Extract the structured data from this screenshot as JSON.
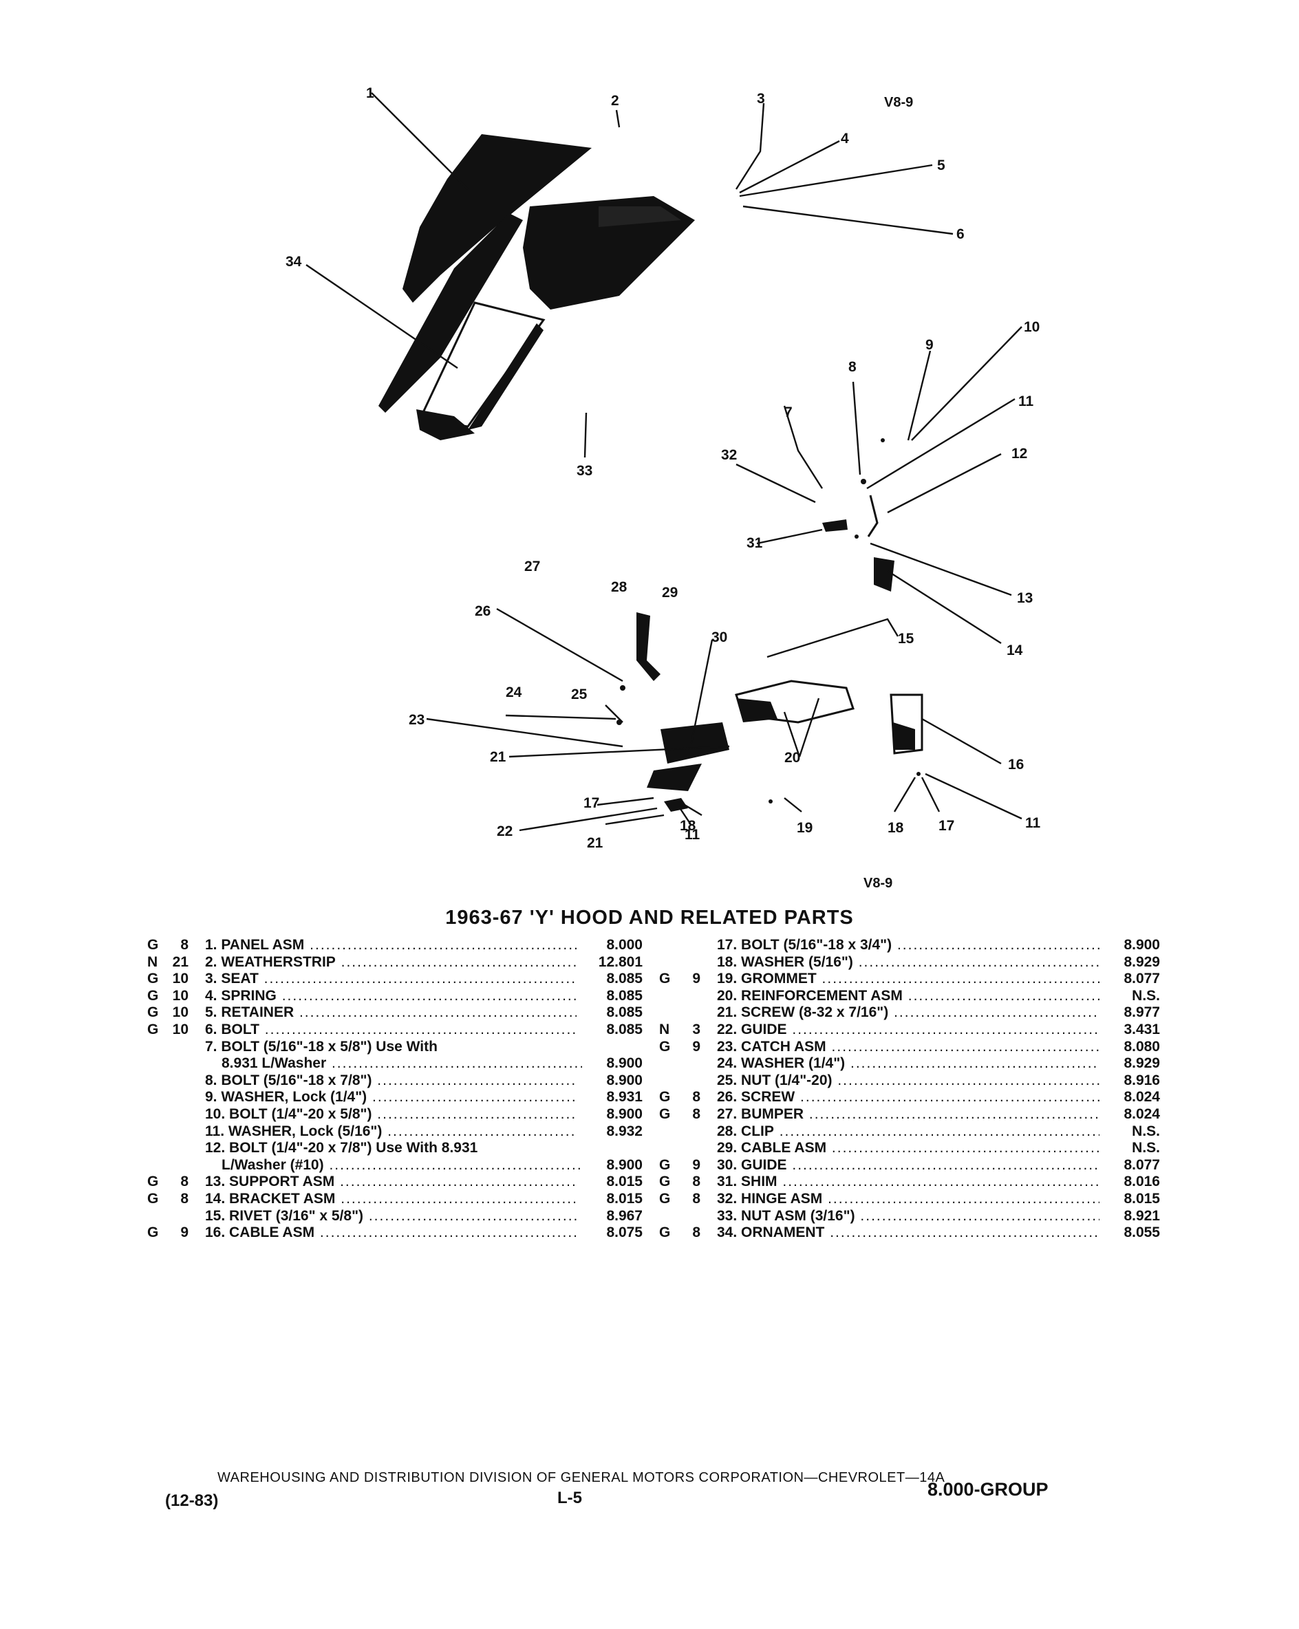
{
  "diagram": {
    "tag_top": "V8-9",
    "tag_bottom": "V8-9",
    "callouts": [
      "1",
      "2",
      "3",
      "4",
      "5",
      "6",
      "34",
      "10",
      "9",
      "8",
      "11",
      "7",
      "32",
      "12",
      "31",
      "33",
      "27",
      "28",
      "29",
      "26",
      "13",
      "15",
      "30",
      "14",
      "24",
      "25",
      "23",
      "20",
      "16",
      "21",
      "17",
      "18",
      "11",
      "19",
      "22",
      "21",
      "18",
      "17",
      "11"
    ]
  },
  "title": "1963-67 'Y' HOOD AND RELATED PARTS",
  "parts_left": [
    {
      "grp": "G",
      "sub": "8",
      "desc": "1. PANEL ASM",
      "num": "8.000"
    },
    {
      "grp": "N",
      "sub": "21",
      "desc": "2. WEATHERSTRIP",
      "num": "12.801"
    },
    {
      "grp": "G",
      "sub": "10",
      "desc": "3. SEAT",
      "num": "8.085"
    },
    {
      "grp": "G",
      "sub": "10",
      "desc": "4. SPRING",
      "num": "8.085"
    },
    {
      "grp": "G",
      "sub": "10",
      "desc": "5. RETAINER",
      "num": "8.085"
    },
    {
      "grp": "G",
      "sub": "10",
      "desc": "6. BOLT",
      "num": "8.085"
    },
    {
      "grp": "",
      "sub": "",
      "desc": "7. BOLT (5/16\"-18 x 5/8\") Use With",
      "num": "",
      "nodots": true
    },
    {
      "grp": "",
      "sub": "",
      "desc": "8.931 L/Washer",
      "num": "8.900",
      "indent": true
    },
    {
      "grp": "",
      "sub": "",
      "desc": "8. BOLT (5/16\"-18 x 7/8\")",
      "num": "8.900"
    },
    {
      "grp": "",
      "sub": "",
      "desc": "9. WASHER, Lock (1/4\")",
      "num": "8.931"
    },
    {
      "grp": "",
      "sub": "",
      "desc": "10. BOLT (1/4\"-20 x 5/8\")",
      "num": "8.900"
    },
    {
      "grp": "",
      "sub": "",
      "desc": "11. WASHER, Lock (5/16\")",
      "num": "8.932"
    },
    {
      "grp": "",
      "sub": "",
      "desc": "12. BOLT (1/4\"-20 x 7/8\") Use With 8.931",
      "num": "",
      "nodots": true
    },
    {
      "grp": "",
      "sub": "",
      "desc": "L/Washer (#10)",
      "num": "8.900",
      "indent": true
    },
    {
      "grp": "G",
      "sub": "8",
      "desc": "13. SUPPORT ASM",
      "num": "8.015"
    },
    {
      "grp": "G",
      "sub": "8",
      "desc": "14. BRACKET ASM",
      "num": "8.015"
    },
    {
      "grp": "",
      "sub": "",
      "desc": "15. RIVET (3/16\" x 5/8\")",
      "num": "8.967"
    },
    {
      "grp": "G",
      "sub": "9",
      "desc": "16. CABLE ASM",
      "num": "8.075"
    }
  ],
  "parts_right": [
    {
      "grp": "",
      "sub": "",
      "desc": "17. BOLT (5/16\"-18 x 3/4\")",
      "num": "8.900"
    },
    {
      "grp": "",
      "sub": "",
      "desc": "18. WASHER (5/16\")",
      "num": "8.929"
    },
    {
      "grp": "G",
      "sub": "9",
      "desc": "19. GROMMET",
      "num": "8.077"
    },
    {
      "grp": "",
      "sub": "",
      "desc": "20. REINFORCEMENT ASM",
      "num": "N.S."
    },
    {
      "grp": "",
      "sub": "",
      "desc": "21. SCREW (8-32 x 7/16\")",
      "num": "8.977"
    },
    {
      "grp": "N",
      "sub": "3",
      "desc": "22. GUIDE",
      "num": "3.431"
    },
    {
      "grp": "G",
      "sub": "9",
      "desc": "23. CATCH ASM",
      "num": "8.080"
    },
    {
      "grp": "",
      "sub": "",
      "desc": "24. WASHER (1/4\")",
      "num": "8.929"
    },
    {
      "grp": "",
      "sub": "",
      "desc": "25. NUT (1/4\"-20)",
      "num": "8.916"
    },
    {
      "grp": "G",
      "sub": "8",
      "desc": "26. SCREW",
      "num": "8.024"
    },
    {
      "grp": "G",
      "sub": "8",
      "desc": "27. BUMPER",
      "num": "8.024"
    },
    {
      "grp": "",
      "sub": "",
      "desc": "28. CLIP",
      "num": "N.S."
    },
    {
      "grp": "",
      "sub": "",
      "desc": "29. CABLE ASM",
      "num": "N.S."
    },
    {
      "grp": "G",
      "sub": "9",
      "desc": "30. GUIDE",
      "num": "8.077"
    },
    {
      "grp": "G",
      "sub": "8",
      "desc": "31. SHIM",
      "num": "8.016"
    },
    {
      "grp": "G",
      "sub": "8",
      "desc": "32. HINGE ASM",
      "num": "8.015"
    },
    {
      "grp": "",
      "sub": "",
      "desc": "33. NUT ASM (3/16\")",
      "num": "8.921"
    },
    {
      "grp": "G",
      "sub": "8",
      "desc": "34. ORNAMENT",
      "num": "8.055"
    }
  ],
  "footer": {
    "line": "WAREHOUSING AND DISTRIBUTION DIVISION OF GENERAL MOTORS CORPORATION—CHEVROLET—14A",
    "date": "(12-83)",
    "page": "L-5",
    "group": "8.000-GROUP"
  }
}
